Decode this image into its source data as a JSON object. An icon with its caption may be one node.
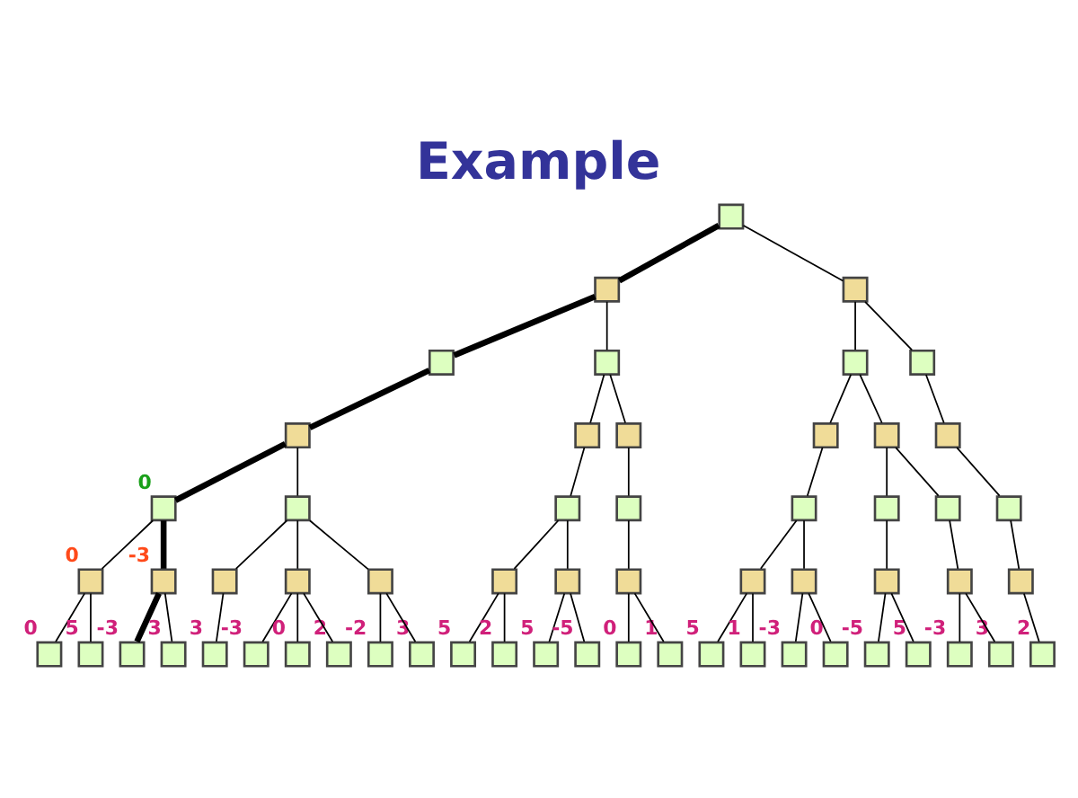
{
  "diagram": {
    "title": "Example",
    "nodes": [
      {
        "text": [],
        "shape": "box"
      },
      {
        "text": [],
        "shape": "box"
      },
      {
        "text": [],
        "shape": "box"
      },
      {
        "text": [],
        "shape": "box"
      },
      {
        "text": [],
        "shape": "box"
      },
      {
        "text": [],
        "shape": "box"
      },
      {
        "text": [],
        "shape": "box"
      },
      {
        "text": [],
        "shape": "box"
      },
      {
        "text": [],
        "shape": "box"
      },
      {
        "text": [],
        "shape": "box"
      },
      {
        "text": [],
        "shape": "box"
      },
      {
        "text": [],
        "shape": "box"
      },
      {
        "text": [],
        "shape": "box"
      },
      {
        "text": [],
        "shape": "box",
        "beside": [
          "0"
        ]
      },
      {
        "text": [],
        "shape": "box"
      },
      {
        "text": [],
        "shape": "box"
      },
      {
        "text": [],
        "shape": "box"
      },
      {
        "text": [],
        "shape": "box"
      },
      {
        "text": [],
        "shape": "box"
      },
      {
        "text": [],
        "shape": "box"
      },
      {
        "text": [],
        "shape": "box"
      },
      {
        "text": [],
        "shape": "box",
        "beside": [
          "0"
        ]
      },
      {
        "text": [],
        "shape": "box",
        "beside": [
          "-3"
        ]
      },
      {
        "text": [],
        "shape": "box"
      },
      {
        "text": [],
        "shape": "box"
      },
      {
        "text": [],
        "shape": "box"
      },
      {
        "text": [],
        "shape": "box"
      },
      {
        "text": [],
        "shape": "box"
      },
      {
        "text": [],
        "shape": "box"
      },
      {
        "text": [],
        "shape": "box"
      },
      {
        "text": [],
        "shape": "box"
      },
      {
        "text": [],
        "shape": "box"
      },
      {
        "text": [],
        "shape": "box"
      },
      {
        "text": [],
        "shape": "box"
      },
      {
        "text": [],
        "shape": "box",
        "beside": [
          "0"
        ]
      },
      {
        "text": [],
        "shape": "box",
        "beside": [
          "5"
        ]
      },
      {
        "text": [],
        "shape": "box",
        "beside": [
          "-3"
        ]
      },
      {
        "text": [],
        "shape": "box",
        "beside": [
          "3"
        ]
      },
      {
        "text": [],
        "shape": "box",
        "beside": [
          "3"
        ]
      },
      {
        "text": [],
        "shape": "box",
        "beside": [
          "-3"
        ]
      },
      {
        "text": [],
        "shape": "box",
        "beside": [
          "0"
        ]
      },
      {
        "text": [],
        "shape": "box",
        "beside": [
          "2"
        ]
      },
      {
        "text": [],
        "shape": "box",
        "beside": [
          "-2"
        ]
      },
      {
        "text": [],
        "shape": "box",
        "beside": [
          "3"
        ]
      },
      {
        "text": [],
        "shape": "box",
        "beside": [
          "5"
        ]
      },
      {
        "text": [],
        "shape": "box",
        "beside": [
          "2"
        ]
      },
      {
        "text": [],
        "shape": "box",
        "beside": [
          "5"
        ]
      },
      {
        "text": [],
        "shape": "box",
        "beside": [
          "-5"
        ]
      },
      {
        "text": [],
        "shape": "box",
        "beside": [
          "0"
        ]
      },
      {
        "text": [],
        "shape": "box",
        "beside": [
          "1"
        ]
      },
      {
        "text": [],
        "shape": "box",
        "beside": [
          "5"
        ]
      },
      {
        "text": [],
        "shape": "box",
        "beside": [
          "1"
        ]
      },
      {
        "text": [],
        "shape": "box",
        "beside": [
          "-3"
        ]
      },
      {
        "text": [],
        "shape": "box",
        "beside": [
          "0"
        ]
      },
      {
        "text": [],
        "shape": "box",
        "beside": [
          "-5"
        ]
      },
      {
        "text": [],
        "shape": "box",
        "beside": [
          "5"
        ]
      },
      {
        "text": [],
        "shape": "box",
        "beside": [
          "-3"
        ]
      },
      {
        "text": [],
        "shape": "box",
        "beside": [
          "3"
        ]
      },
      {
        "text": [],
        "shape": "box",
        "beside": [
          "2"
        ]
      }
    ],
    "edges": [
      {
        "from": 0,
        "to": 1,
        "arrow": "none",
        "style": "thick"
      },
      {
        "from": 0,
        "to": 2,
        "arrow": "none"
      },
      {
        "from": 1,
        "to": 3,
        "arrow": "none",
        "style": "thick"
      },
      {
        "from": 1,
        "to": 4,
        "arrow": "none"
      },
      {
        "from": 2,
        "to": 5,
        "arrow": "none"
      },
      {
        "from": 2,
        "to": 6,
        "arrow": "none"
      },
      {
        "from": 3,
        "to": 7,
        "arrow": "none",
        "style": "thick"
      },
      {
        "from": 4,
        "to": 8,
        "arrow": "none"
      },
      {
        "from": 4,
        "to": 9,
        "arrow": "none"
      },
      {
        "from": 5,
        "to": 10,
        "arrow": "none"
      },
      {
        "from": 5,
        "to": 11,
        "arrow": "none"
      },
      {
        "from": 6,
        "to": 12,
        "arrow": "none"
      },
      {
        "from": 7,
        "to": 13,
        "arrow": "none",
        "style": "thick"
      },
      {
        "from": 7,
        "to": 14,
        "arrow": "none"
      },
      {
        "from": 8,
        "to": 15,
        "arrow": "none"
      },
      {
        "from": 9,
        "to": 16,
        "arrow": "none"
      },
      {
        "from": 10,
        "to": 17,
        "arrow": "none"
      },
      {
        "from": 11,
        "to": 18,
        "arrow": "none"
      },
      {
        "from": 11,
        "to": 19,
        "arrow": "none"
      },
      {
        "from": 12,
        "to": 20,
        "arrow": "none"
      },
      {
        "from": 13,
        "to": 21,
        "arrow": "none"
      },
      {
        "from": 13,
        "to": 22,
        "arrow": "none",
        "style": "thick"
      },
      {
        "from": 14,
        "to": 23,
        "arrow": "none"
      },
      {
        "from": 14,
        "to": 24,
        "arrow": "none"
      },
      {
        "from": 14,
        "to": 25,
        "arrow": "none"
      },
      {
        "from": 15,
        "to": 26,
        "arrow": "none"
      },
      {
        "from": 15,
        "to": 27,
        "arrow": "none"
      },
      {
        "from": 16,
        "to": 28,
        "arrow": "none"
      },
      {
        "from": 17,
        "to": 29,
        "arrow": "none"
      },
      {
        "from": 17,
        "to": 30,
        "arrow": "none"
      },
      {
        "from": 18,
        "to": 31,
        "arrow": "none"
      },
      {
        "from": 19,
        "to": 32,
        "arrow": "none"
      },
      {
        "from": 20,
        "to": 33,
        "arrow": "none"
      },
      {
        "from": 21,
        "to": 34,
        "arrow": "none"
      },
      {
        "from": 21,
        "to": 35,
        "arrow": "none"
      },
      {
        "from": 22,
        "to": 36,
        "arrow": "none",
        "style": "thick"
      },
      {
        "from": 22,
        "to": 37,
        "arrow": "none"
      },
      {
        "from": 23,
        "to": 38,
        "arrow": "none"
      },
      {
        "from": 24,
        "to": 39,
        "arrow": "none"
      },
      {
        "from": 24,
        "to": 40,
        "arrow": "none"
      },
      {
        "from": 24,
        "to": 41,
        "arrow": "none"
      },
      {
        "from": 25,
        "to": 42,
        "arrow": "none"
      },
      {
        "from": 25,
        "to": 43,
        "arrow": "none"
      },
      {
        "from": 26,
        "to": 44,
        "arrow": "none"
      },
      {
        "from": 26,
        "to": 45,
        "arrow": "none"
      },
      {
        "from": 27,
        "to": 46,
        "arrow": "none"
      },
      {
        "from": 27,
        "to": 47,
        "arrow": "none"
      },
      {
        "from": 28,
        "to": 48,
        "arrow": "none"
      },
      {
        "from": 28,
        "to": 49,
        "arrow": "none"
      },
      {
        "from": 29,
        "to": 50,
        "arrow": "none"
      },
      {
        "from": 29,
        "to": 51,
        "arrow": "none"
      },
      {
        "from": 30,
        "to": 52,
        "arrow": "none"
      },
      {
        "from": 30,
        "to": 53,
        "arrow": "none"
      },
      {
        "from": 31,
        "to": 54,
        "arrow": "none"
      },
      {
        "from": 31,
        "to": 55,
        "arrow": "none"
      },
      {
        "from": 32,
        "to": 56,
        "arrow": "none"
      },
      {
        "from": 32,
        "to": 57,
        "arrow": "none"
      },
      {
        "from": 33,
        "to": 58,
        "arrow": "none"
      }
    ]
  }
}
